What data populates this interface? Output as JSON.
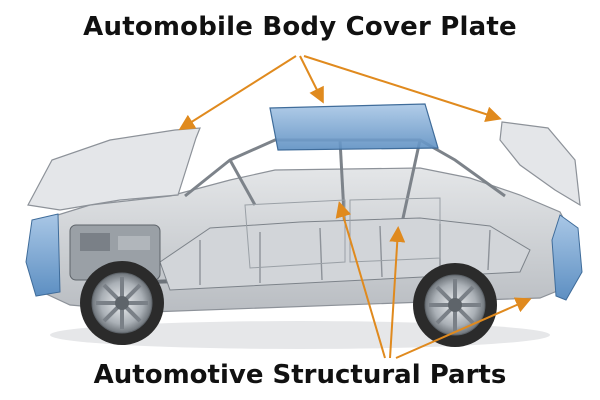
{
  "labels": {
    "top": "Automobile Body Cover Plate",
    "bottom": "Automotive Structural Parts"
  },
  "colors": {
    "arrow": "#e08a1e",
    "panel_blue": "#6f9fcf",
    "frame_gray": "#8d9299",
    "shell_gray": "#c9ccd0",
    "tire": "#2b2b2b",
    "rim": "#b7bcc2",
    "text": "#111111"
  },
  "icons": [
    "arrow-icon",
    "car-cutaway-illustration",
    "wheel-icon"
  ]
}
